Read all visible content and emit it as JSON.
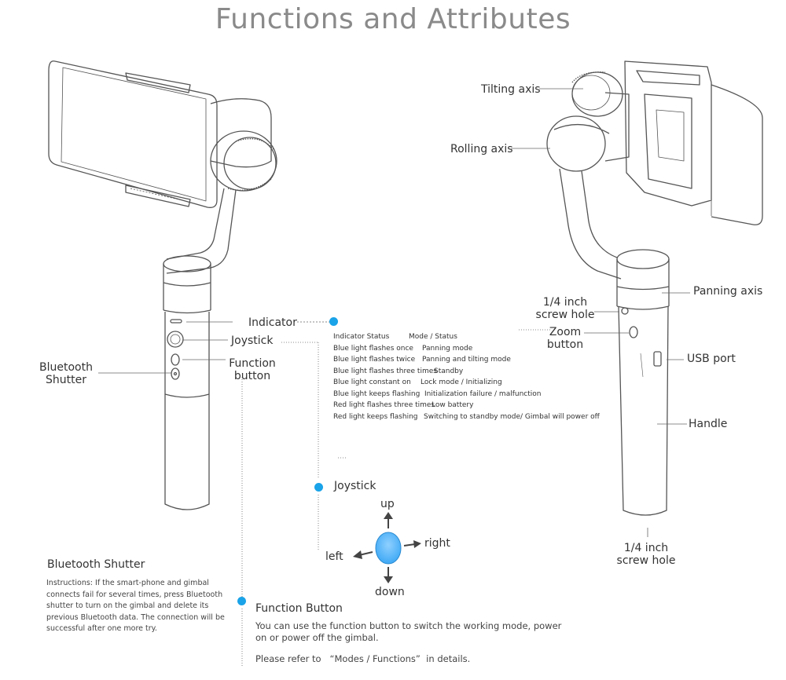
{
  "title": "Functions and Attributes",
  "left_labels": {
    "indicator": "Indicator",
    "joystick": "Joystick",
    "function_button": "Function\nbutton",
    "bluetooth_shutter": "Bluetooth\nShutter"
  },
  "right_labels": {
    "tilting_axis": "Tilting axis",
    "rolling_axis": "Rolling axis",
    "panning_axis": "Panning axis",
    "screw_hole_top": "1/4 inch\nscrew hole",
    "zoom_button": "Zoom\nbutton",
    "usb_port": "USB port",
    "handle": "Handle",
    "screw_hole_bottom": "1/4 inch\nscrew hole"
  },
  "indicator_table": {
    "header": {
      "status": "Indicator Status",
      "mode": "Mode / Status"
    },
    "rows": [
      {
        "status": "Blue light flashes once",
        "mode": "Panning mode"
      },
      {
        "status": "Blue light flashes twice",
        "mode": "Panning and tilting mode"
      },
      {
        "status": "Blue light flashes three times",
        "mode": "Standby"
      },
      {
        "status": "Blue light constant on",
        "mode": "Lock mode / Initializing"
      },
      {
        "status": "Blue light keeps flashing",
        "mode": "Initialization failure / malfunction"
      },
      {
        "status": "Red light flashes three times",
        "mode": "Low battery"
      },
      {
        "status": "Red light keeps flashing",
        "mode": "Switching to standby mode/ Gimbal will power off"
      }
    ]
  },
  "joystick_section": {
    "title": "Joystick",
    "up": "up",
    "down": "down",
    "left": "left",
    "right": "right"
  },
  "bluetooth_section": {
    "title": "Bluetooth  Shutter",
    "text": "Instructions: If the smart-phone and gimbal connects fail for several times, press Bluetooth shutter to turn on the gimbal and delete its previous Bluetooth data. The connection will be successful after one more try."
  },
  "function_section": {
    "title": "Function Button",
    "text": "You can use the function button to switch the working mode, power on or power off the gimbal.",
    "note": "Please refer to   “Modes / Functions”  in details."
  },
  "colors": {
    "accent": "#1aa3e8",
    "joystick": "#3fa9f5",
    "title": "#8a8a8a"
  }
}
